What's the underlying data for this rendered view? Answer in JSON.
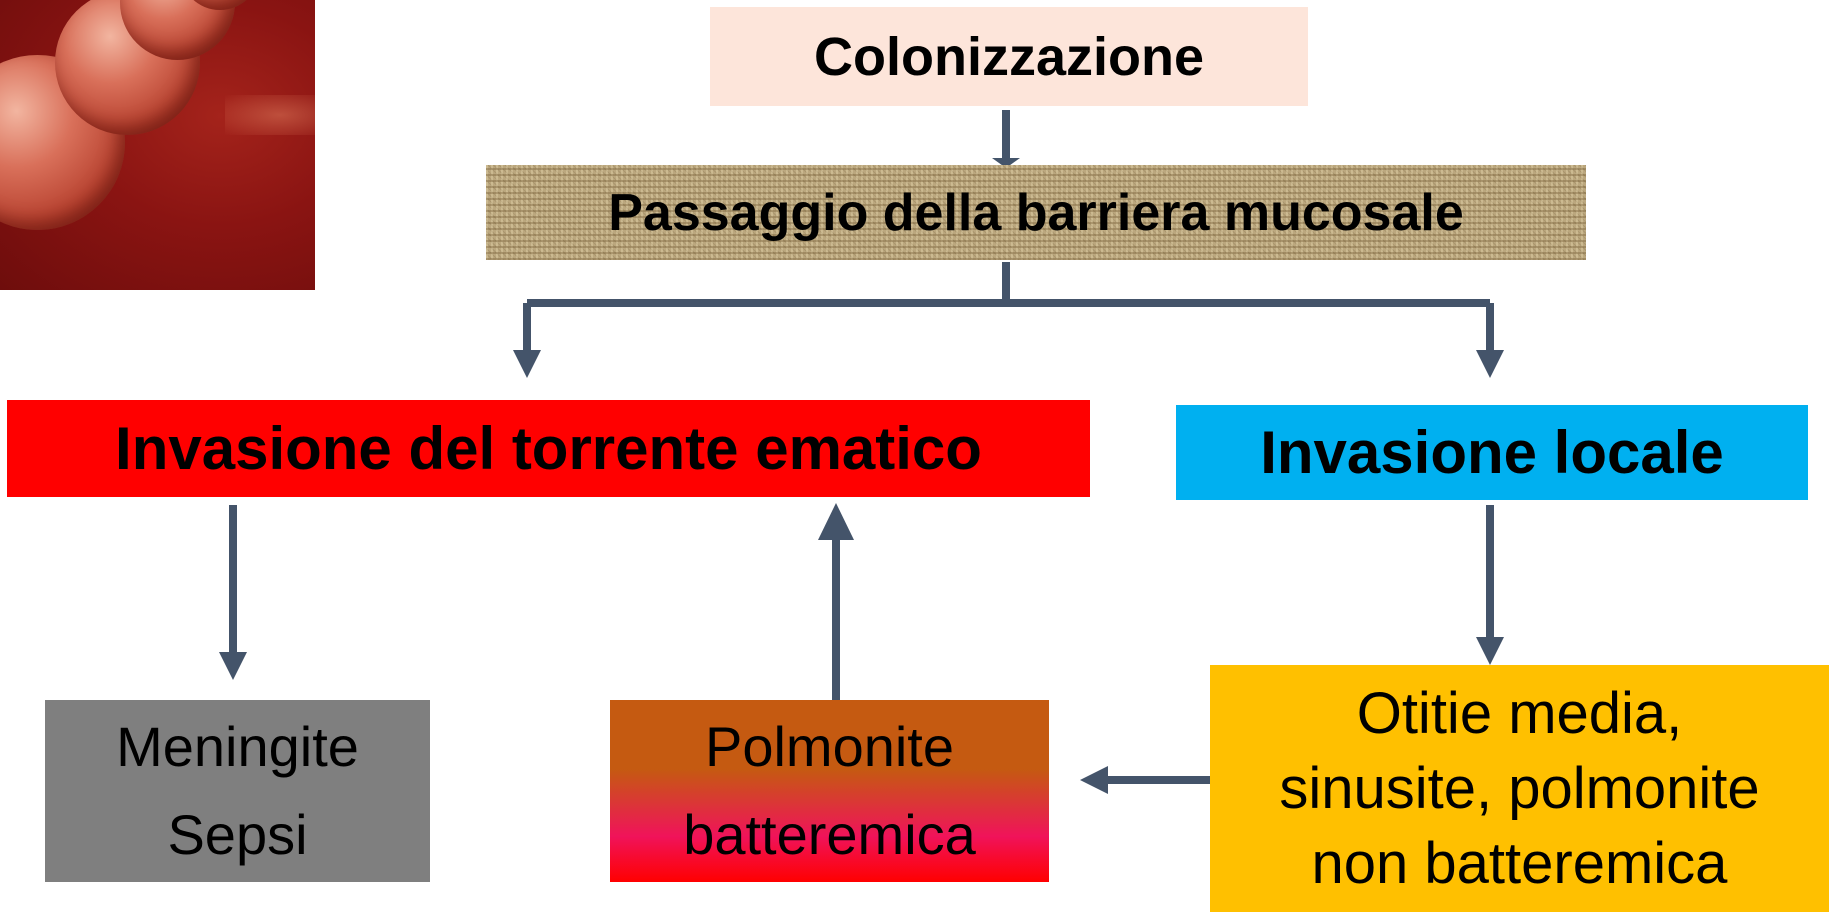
{
  "image": {
    "name": "streptococcus-image"
  },
  "nodes": {
    "colonizzazione": "Colonizzazione",
    "barriera": "Passaggio della barriera mucosale",
    "torrente": "Invasione del torrente ematico",
    "locale": "Invasione locale",
    "meningite": [
      "Meningite",
      "Sepsi"
    ],
    "polmonite": [
      "Polmonite",
      "batteremica"
    ],
    "otitie": [
      "Otitie media,",
      "sinusite, polmonite",
      "non batteremica"
    ]
  },
  "colors": {
    "arrow": "#44546a",
    "colonizzazione": "#fde5da",
    "torrente": "#ff0000",
    "locale": "#00b0f0",
    "meningite": "#7f7f7f",
    "polmonite": "#c55a11",
    "otitie": "#ffc000"
  }
}
